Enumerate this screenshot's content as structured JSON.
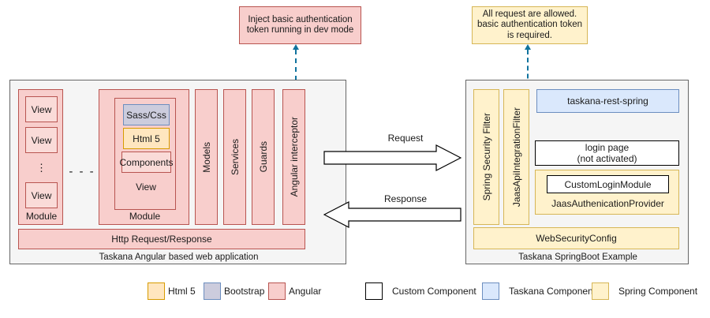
{
  "callouts": {
    "angular_note": "Inject basic authentication token running in dev mode",
    "spring_note": "All request are allowed. basic authentication token is required."
  },
  "left_panel": {
    "caption": "Taskana Angular based web application",
    "module_a": {
      "label": "Module",
      "views": [
        "View",
        "View",
        "View"
      ],
      "ellipsis": "⋮"
    },
    "separator": "- - -",
    "module_b": {
      "label": "Module",
      "view_label": "View",
      "items": [
        {
          "label": "Sass/Css",
          "style": "bootstrap"
        },
        {
          "label": "Html 5",
          "style": "html5"
        },
        {
          "label": "Components",
          "style": "angular"
        }
      ]
    },
    "columns": [
      "Models",
      "Services",
      "Guards"
    ],
    "interceptor": "Angular interceptor",
    "http_bar": "Http Request/Response"
  },
  "middle": {
    "request_label": "Request",
    "response_label": "Response"
  },
  "right_panel": {
    "caption": "Taskana SpringBoot Example",
    "filters": [
      "Spring Security Filter",
      "JaasApiIntegrationFilter"
    ],
    "rest": "taskana-rest-spring",
    "login_page": "login page\n(not activated)",
    "login_page_line1": "login page",
    "login_page_line2": "(not activated)",
    "jaas_provider": "JaasAuthenicationProvider",
    "custom_login_module": "CustomLoginModule",
    "web_security_config": "WebSecurityConfig"
  },
  "legend": {
    "items": [
      {
        "label": "Html 5",
        "fill": "#ffe6bf",
        "stroke": "#d79b00"
      },
      {
        "label": "Bootstrap",
        "fill": "#ccccdd",
        "stroke": "#6c8ebf"
      },
      {
        "label": "Angular",
        "fill": "#f8cecc",
        "stroke": "#b85450"
      },
      {
        "label": "Custom Component",
        "fill": "#ffffff",
        "stroke": "#000000"
      },
      {
        "label": "Taskana Component",
        "fill": "#dae8fc",
        "stroke": "#6c8ebf"
      },
      {
        "label": "Spring Component",
        "fill": "#fff2cc",
        "stroke": "#d6b656"
      }
    ]
  },
  "colors": {
    "angular": "#f8cecc",
    "angular_stroke": "#b85450",
    "spring": "#fff2cc",
    "spring_stroke": "#d6b656",
    "taskana": "#dae8fc",
    "taskana_stroke": "#6c8ebf",
    "bootstrap": "#ccccdd",
    "html5": "#ffe6bf",
    "panel_bg": "#f5f5f5",
    "panel_stroke": "#666666",
    "connector": "#10739e"
  }
}
